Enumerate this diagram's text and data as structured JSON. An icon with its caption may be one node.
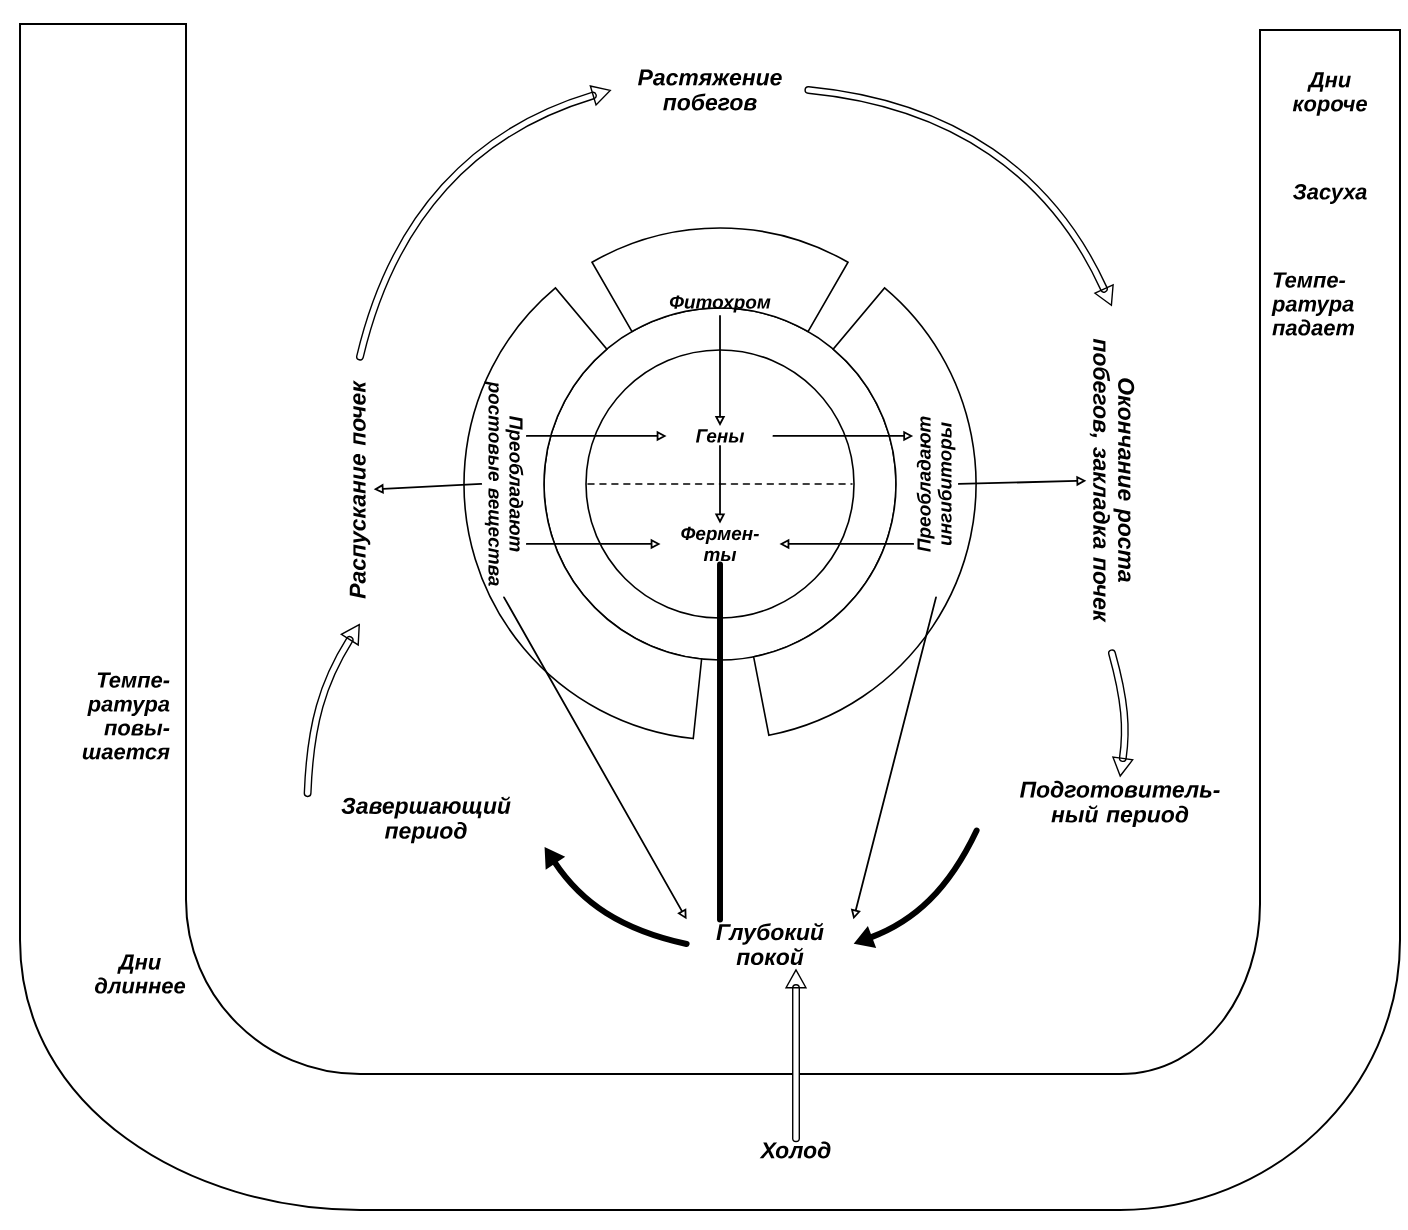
{
  "diagram": {
    "nodes": [
      {
        "text": [
          "Растяжение побегов"
        ]
      },
      {
        "text": [
          "Окончание роста побегов, закладка почек"
        ]
      },
      {
        "text": [
          "Подготовитель- ный период"
        ]
      },
      {
        "text": [
          "Глубокий покой"
        ]
      },
      {
        "text": [
          "Завершающий период"
        ]
      },
      {
        "text": [
          "Распускание почек"
        ]
      },
      {
        "text": [
          "Фитохром"
        ]
      },
      {
        "text": [
          "Преобладают ингибиторы"
        ]
      },
      {
        "text": [
          "Преобладают ростовые вещества"
        ]
      },
      {
        "text": [
          "Гены"
        ]
      },
      {
        "text": [
          "Фермен- ты"
        ]
      },
      {
        "text": [
          "Холод"
        ]
      }
    ],
    "edges": [
      {
        "from": 0,
        "to": 1,
        "arrow": "to",
        "style": "thick"
      },
      {
        "from": 1,
        "to": 2,
        "arrow": "to",
        "style": "thick"
      },
      {
        "from": 2,
        "to": 3,
        "arrow": "to",
        "style": "thick"
      },
      {
        "from": 3,
        "to": 4,
        "arrow": "to",
        "style": "thick"
      },
      {
        "from": 4,
        "to": 5,
        "arrow": "to",
        "style": "thick"
      },
      {
        "from": 5,
        "to": 0,
        "arrow": "to",
        "style": "thick"
      },
      {
        "from": 11,
        "to": 3,
        "arrow": "to",
        "style": "thick"
      },
      {
        "from": 6,
        "to": 9,
        "arrow": "to"
      },
      {
        "from": 9,
        "to": 10,
        "arrow": "to"
      },
      {
        "from": 8,
        "to": 9,
        "arrow": "to"
      },
      {
        "from": 9,
        "to": 7,
        "arrow": "to"
      },
      {
        "from": 8,
        "to": 10,
        "arrow": "to"
      },
      {
        "from": 7,
        "to": 10,
        "arrow": "to"
      },
      {
        "from": 8,
        "to": 5,
        "arrow": "to"
      },
      {
        "from": 7,
        "to": 1,
        "arrow": "to"
      },
      {
        "from": 8,
        "to": 3,
        "arrow": "to"
      },
      {
        "from": 7,
        "to": 3,
        "arrow": "to"
      },
      {
        "from": 10,
        "to": 3,
        "arrow": "none",
        "style": "thick"
      }
    ],
    "labels": [
      "Дни короче",
      "Засуха",
      "Темпе- ратура падает",
      "Темпе- ратура повы- шается",
      "Дни длиннее"
    ]
  }
}
